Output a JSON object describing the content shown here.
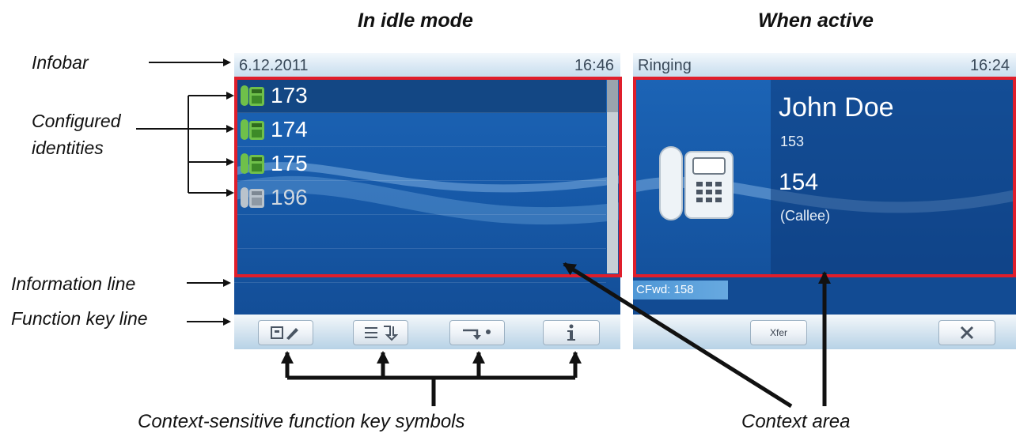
{
  "headings": {
    "idle": "In idle mode",
    "active": "When active"
  },
  "labels": {
    "infobar": "Infobar",
    "configured": "Configured",
    "identities": "identities",
    "information_line": "Information line",
    "function_key_line": "Function key line"
  },
  "captions": {
    "function_keys": "Context-sensitive function key symbols",
    "context_area": "Context area"
  },
  "idle_screen": {
    "date": "6.12.2011",
    "time": "16:46",
    "identities": [
      "173",
      "174",
      "175",
      "196"
    ]
  },
  "active_screen": {
    "status": "Ringing",
    "time": "16:24",
    "caller_name": "John Doe",
    "caller_number": "153",
    "callee_number": "154",
    "callee_label": "(Callee)",
    "cfwd": "CFwd: 158",
    "xfer_label": "Xfer"
  },
  "colors": {
    "highlight_frame": "#e01e2b",
    "screen_blue": "#175aa9",
    "identity_active": "#6fc04a",
    "identity_inactive": "#b9c3cc"
  },
  "icons": {
    "phone": "phone-icon",
    "idle_fkeys": [
      "edit-entry-icon",
      "list-return-icon",
      "call-forward-icon",
      "info-icon"
    ],
    "active_fkeys": [
      "xfer",
      "close-icon"
    ]
  }
}
